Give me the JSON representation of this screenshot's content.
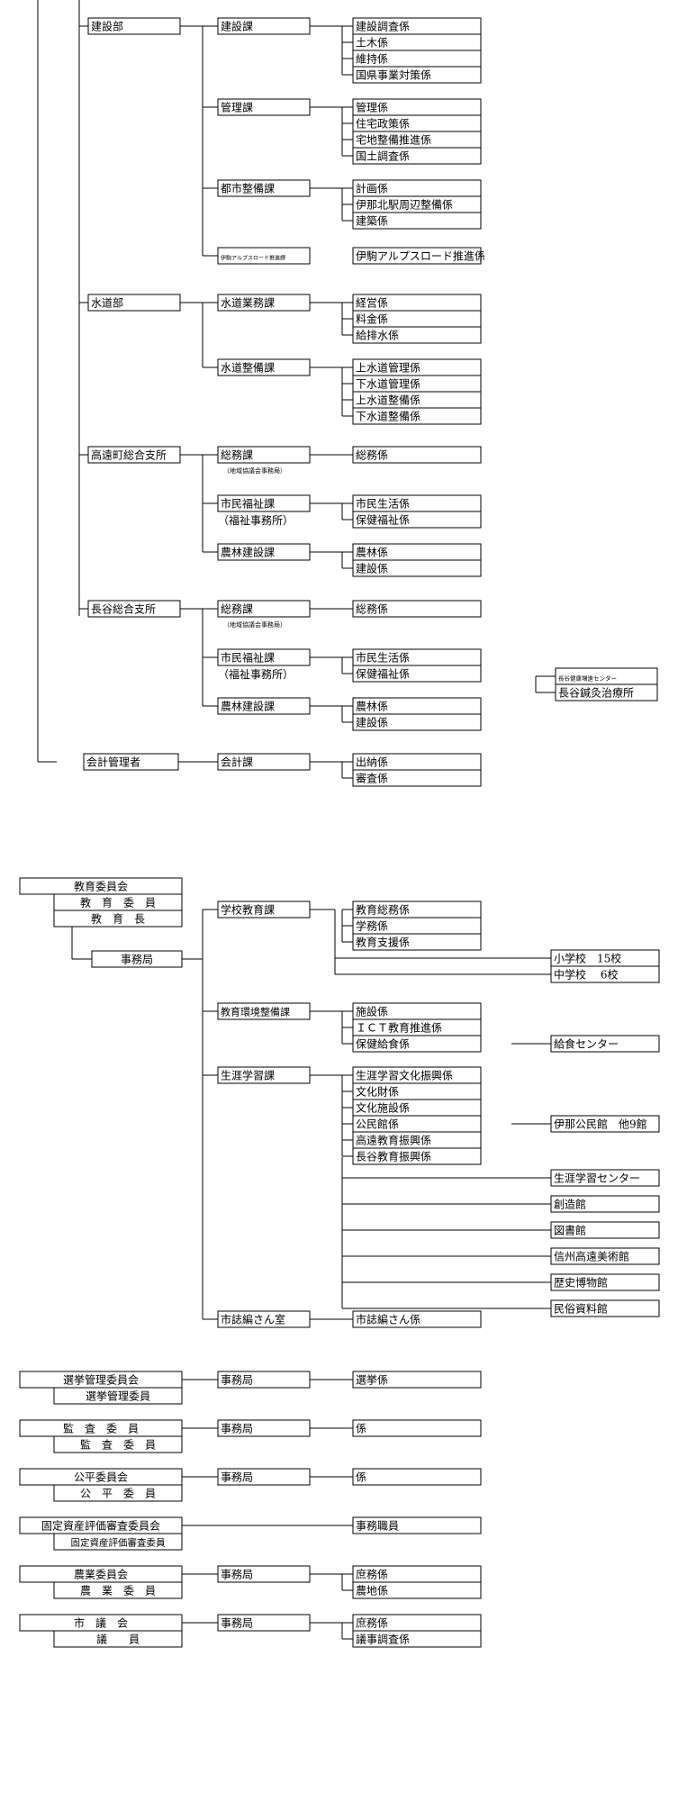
{
  "part1": {
    "kensetsu": {
      "dept": "建設部",
      "sections": [
        {
          "name": "建設課",
          "units": [
            "建設調査係",
            "土木係",
            "維持係",
            "国県事業対策係"
          ]
        },
        {
          "name": "管理課",
          "units": [
            "管理係",
            "住宅政策係",
            "宅地整備推進係",
            "国土調査係"
          ]
        },
        {
          "name": "都市整備課",
          "units": [
            "計画係",
            "伊那北駅周辺整備係",
            "建築係"
          ]
        },
        {
          "name": "伊駒アルプスロード推進課",
          "units": [
            "伊駒アルプスロード推進係"
          ]
        }
      ]
    },
    "suido": {
      "dept": "水道部",
      "sections": [
        {
          "name": "水道業務課",
          "units": [
            "経営係",
            "料金係",
            "給排水係"
          ]
        },
        {
          "name": "水道整備課",
          "units": [
            "上水道管理係",
            "下水道管理係",
            "上水道整備係",
            "下水道整備係"
          ]
        }
      ]
    },
    "takato": {
      "dept": "高遠町総合支所",
      "sections": [
        {
          "name": "総務課",
          "sub": "（地域協議会事務局）",
          "units": [
            "総務係"
          ]
        },
        {
          "name": "市民福祉課",
          "sub": "（福祉事務所）",
          "units": [
            "市民生活係",
            "保健福祉係"
          ]
        },
        {
          "name": "農林建設課",
          "units": [
            "農林係",
            "建設係"
          ]
        }
      ]
    },
    "hase": {
      "dept": "長谷総合支所",
      "sections": [
        {
          "name": "総務課",
          "sub": "（地域協議会事務局）",
          "units": [
            "総務係"
          ]
        },
        {
          "name": "市民福祉課",
          "sub": "（福祉事務所）",
          "units": [
            "市民生活係",
            "保健福祉係"
          ]
        },
        {
          "name": "農林建設課",
          "units": [
            "農林係",
            "建設係"
          ]
        }
      ],
      "center_title": "長谷健康増進センター",
      "center": "長谷鍼灸治療所"
    },
    "kaikei": {
      "dept": "会計管理者",
      "section": "会計課",
      "units": [
        "出納係",
        "審査係"
      ]
    }
  },
  "education": {
    "board": "教育委員会",
    "members": "教　育　委　員",
    "head": "教　育　長",
    "office": "事務局",
    "gakko": {
      "name": "学校教育課",
      "units": [
        "教育総務係",
        "学務係",
        "教育支援係"
      ],
      "schools": [
        "小学校　15校",
        "中学校　 6校"
      ]
    },
    "kankyo": {
      "name": "教育環境整備課",
      "units": [
        "施設係",
        "ＩＣＴ教育推進係",
        "保健給食係"
      ],
      "side": "給食センター"
    },
    "shogai": {
      "name": "生涯学習課",
      "units": [
        "生涯学習文化振興係",
        "文化財係",
        "文化施設係",
        "公民館係",
        "高遠教育振興係",
        "長谷教育振興係"
      ],
      "side": "伊那公民館　他9館",
      "facilities": [
        "生涯学習センター",
        "創造館",
        "図書館",
        "信州高遠美術館",
        "歴史博物館",
        "民俗資料館"
      ]
    },
    "shishi": {
      "name": "市誌編さん室",
      "unit": "市誌編さん係"
    }
  },
  "committees": [
    {
      "top": "選挙管理委員会",
      "bottom": "選挙管理委員",
      "office": "事務局",
      "units": [
        "選挙係"
      ]
    },
    {
      "top": "監　査　委　員",
      "bottom": "監　査　委　員",
      "office": "事務局",
      "units": [
        "係"
      ]
    },
    {
      "top": "公平委員会",
      "bottom": "公　平　委　員",
      "office": "事務局",
      "units": [
        "係"
      ]
    },
    {
      "top": "固定資産評価審査委員会",
      "bottom": "固定資産評価審査委員",
      "office": "",
      "units": [
        "事務職員"
      ]
    },
    {
      "top": "農業委員会",
      "bottom": "農　業　委　員",
      "office": "事務局",
      "units": [
        "庶務係",
        "農地係"
      ]
    },
    {
      "top": "市　議　会",
      "bottom": "議　　員",
      "office": "事務局",
      "units": [
        "庶務係",
        "議事調査係"
      ]
    }
  ]
}
